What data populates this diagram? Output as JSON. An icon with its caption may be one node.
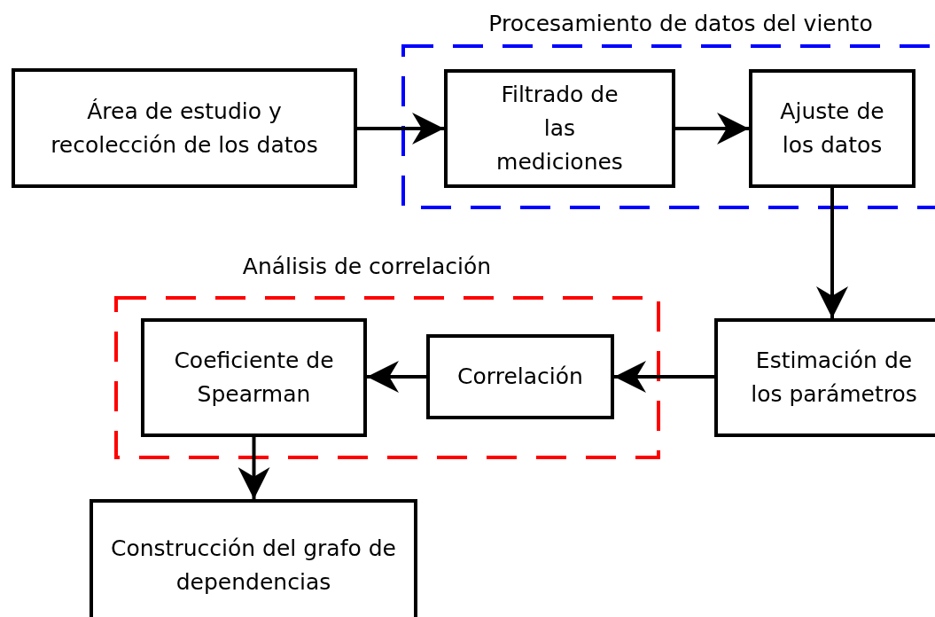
{
  "diagram": {
    "nodes": [
      {
        "text": [
          "Procesamiento de datos del viento"
        ]
      },
      {
        "text": [
          "Área de estudio y recolección de los datos"
        ]
      },
      {
        "text": [
          "Filtrado de las mediciones"
        ],
        "in": 0
      },
      {
        "text": [
          "Ajuste de los datos"
        ],
        "in": 0
      },
      {
        "text": [
          "Análisis de correlación"
        ]
      },
      {
        "text": [
          "Coeficiente de Spearman"
        ],
        "in": 4
      },
      {
        "text": [
          "Correlación"
        ],
        "in": 4
      },
      {
        "text": [
          "Estimación de los parámetros"
        ]
      },
      {
        "text": [
          "Construcción del grafo de dependencias"
        ]
      }
    ],
    "edges": [
      {
        "from": 1,
        "to": 2,
        "arrow": "to"
      },
      {
        "from": 2,
        "to": 3,
        "arrow": "to"
      },
      {
        "from": 3,
        "to": 7,
        "arrow": "to"
      },
      {
        "from": 7,
        "to": 6,
        "arrow": "to"
      },
      {
        "from": 6,
        "to": 5,
        "arrow": "to"
      },
      {
        "from": 5,
        "to": 8,
        "arrow": "to"
      }
    ]
  }
}
